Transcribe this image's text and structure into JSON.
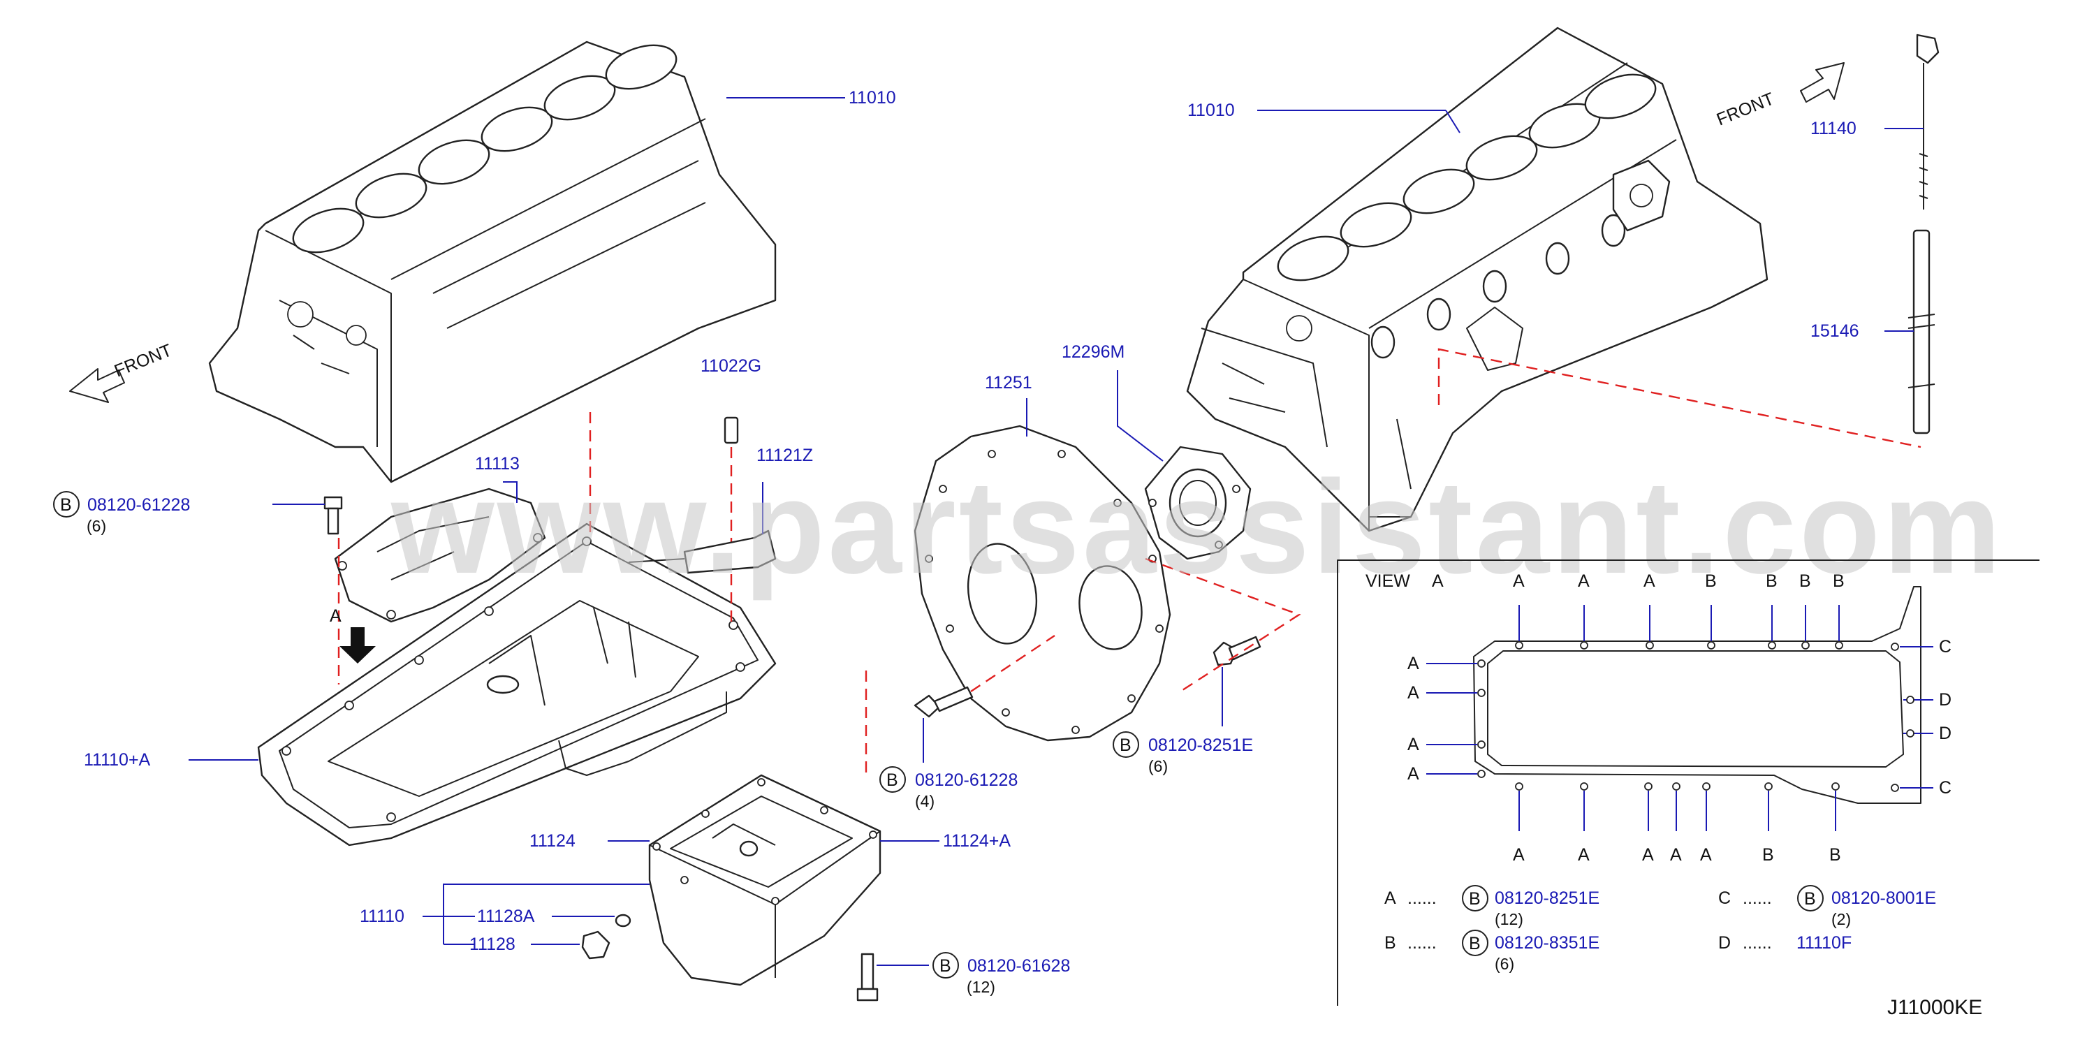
{
  "watermark": "www.partsassistant.com",
  "diagram_id": "J11000KE",
  "front_labels": [
    "FRONT",
    "FRONT"
  ],
  "parts": {
    "p11010_left": "11010",
    "p11010_right": "11010",
    "p11113": "11113",
    "p11022G": "11022G",
    "p11121Z": "11121Z",
    "p11251": "11251",
    "p12296M": "12296M",
    "p11140": "11140",
    "p15146": "15146",
    "p11110A": "11110+A",
    "p11124": "11124",
    "p11124A": "11124+A",
    "p11110": "11110",
    "p11128A": "11128A",
    "p11128": "11128"
  },
  "bolts": [
    {
      "key": "b1",
      "circle": "B",
      "part": "08120-61228",
      "qty": "(6)"
    },
    {
      "key": "b2",
      "circle": "B",
      "part": "08120-61228",
      "qty": "(4)"
    },
    {
      "key": "b3",
      "circle": "B",
      "part": "08120-8251E",
      "qty": "(6)"
    },
    {
      "key": "b4",
      "circle": "B",
      "part": "08120-61628",
      "qty": "(12)"
    }
  ],
  "view_a_marker": "A",
  "view": {
    "title": "VIEW",
    "title_letter": "A",
    "top_letters": [
      "A",
      "A",
      "A",
      "B",
      "B",
      "B",
      "B"
    ],
    "bottom_letters": [
      "A",
      "A",
      "A",
      "A",
      "A",
      "B",
      "B"
    ],
    "left_letters": [
      "A",
      "A",
      "A",
      "A"
    ],
    "right_letters": [
      "C",
      "D",
      "D",
      "C"
    ],
    "legend": [
      {
        "letter": "A",
        "dots": "......",
        "circle": "B",
        "part": "08120-8251E",
        "qty": "(12)"
      },
      {
        "letter": "B",
        "dots": "......",
        "circle": "B",
        "part": "08120-8351E",
        "qty": "(6)"
      },
      {
        "letter": "C",
        "dots": "......",
        "circle": "B",
        "part": "08120-8001E",
        "qty": "(2)"
      },
      {
        "letter": "D",
        "dots": "......",
        "circle": "",
        "part": "11110F",
        "qty": ""
      }
    ]
  },
  "colors": {
    "part_number": "#1a1ab4",
    "dashed_guide": "#e02020",
    "line_art": "#222222"
  }
}
